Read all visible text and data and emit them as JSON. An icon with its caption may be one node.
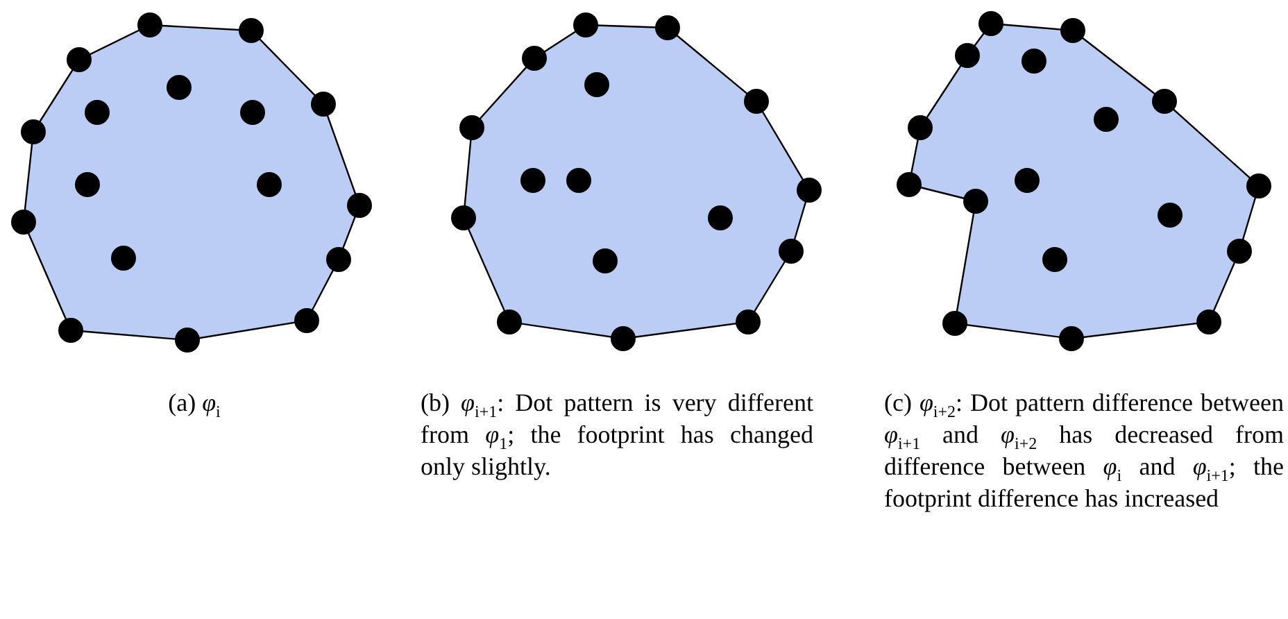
{
  "diagram": {
    "labels": [
      "(a) *φ*$_{i}$",
      "(b) *φ*$_{i+1}$: Dot pattern is very different from *φ*$_{1}$; the footprint has changed only slightly.",
      "(c) *φ*$_{i+2}$: Dot pattern difference between *φ*$_{i+1}$ and *φ*$_{i+2}$ has decreased from difference between *φ*$_{i}$ and *φ*$_{i+1}$; the footprint difference has increased"
    ]
  }
}
